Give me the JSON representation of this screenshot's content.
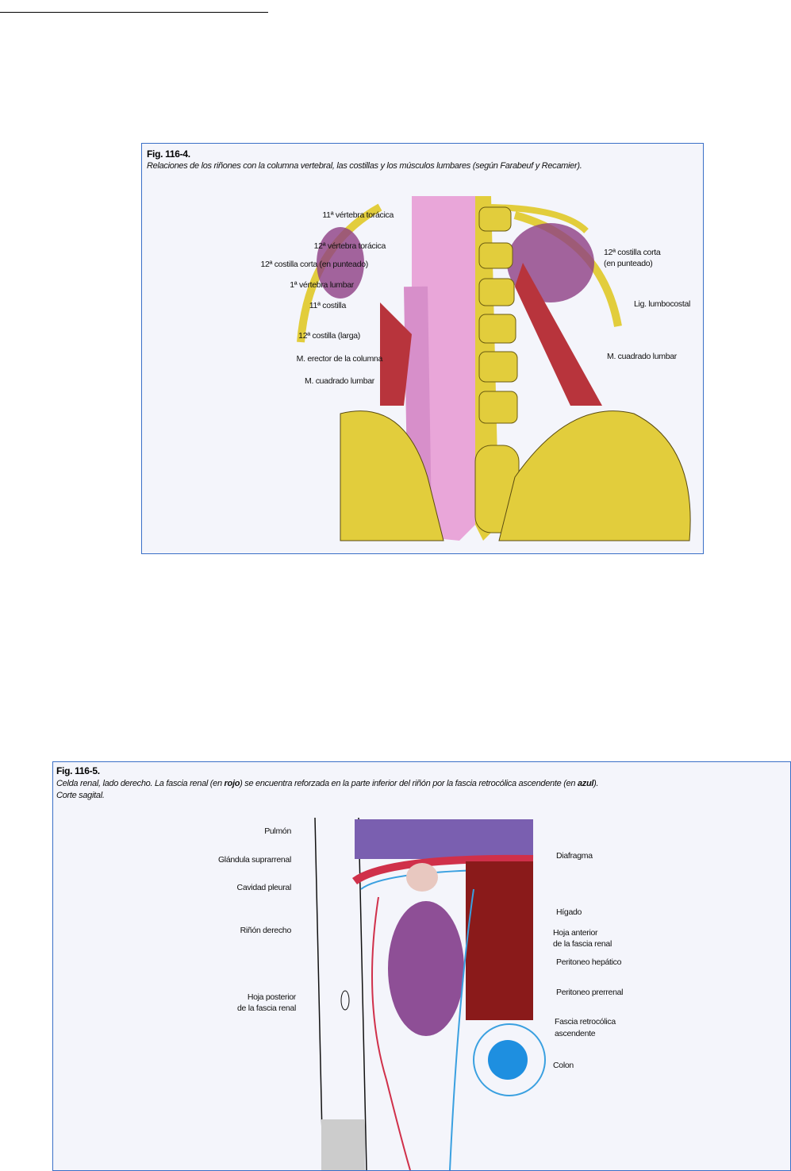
{
  "figure1": {
    "title": "Fig. 116-4.",
    "caption": "Relaciones de los riñones con la columna vertebral, las costillas y los músculos lumbares (según Farabeuf y Recamier).",
    "labels_left": [
      "11ª vértebra torácica",
      "12ª vértebra torácica",
      "12ª costilla corta (en punteado)",
      "1ª vértebra lumbar",
      "11ª costilla",
      "12ª costilla (larga)",
      "M. erector de la columna",
      "M. cuadrado lumbar"
    ],
    "labels_right": [
      "12ª costilla corta",
      "(en punteado)",
      "Lig. lumbocostal",
      "M. cuadrado lumbar"
    ]
  },
  "figure2": {
    "title": "Fig. 116-5.",
    "caption_a": "Celda renal, lado derecho. La fascia renal (en ",
    "caption_b": "rojo",
    "caption_c": ") se encuentra reforzada en la parte inferior del riñón por la fascia retrocólica ascendente (en ",
    "caption_d": "azul",
    "caption_e": ").",
    "caption_2": "Corte sagital.",
    "labels_left": [
      "Pulmón",
      "Glándula suprarrenal",
      "Cavidad pleural",
      "Riñón derecho",
      "Hoja posterior",
      "de la fascia renal"
    ],
    "labels_right": [
      "Diafragma",
      "Hígado",
      "Hoja anterior",
      "de la fascia renal",
      "Peritoneo hepático",
      "Peritoneo prerrenal",
      "Fascia retrocólica",
      "ascendente",
      "Colon"
    ]
  }
}
